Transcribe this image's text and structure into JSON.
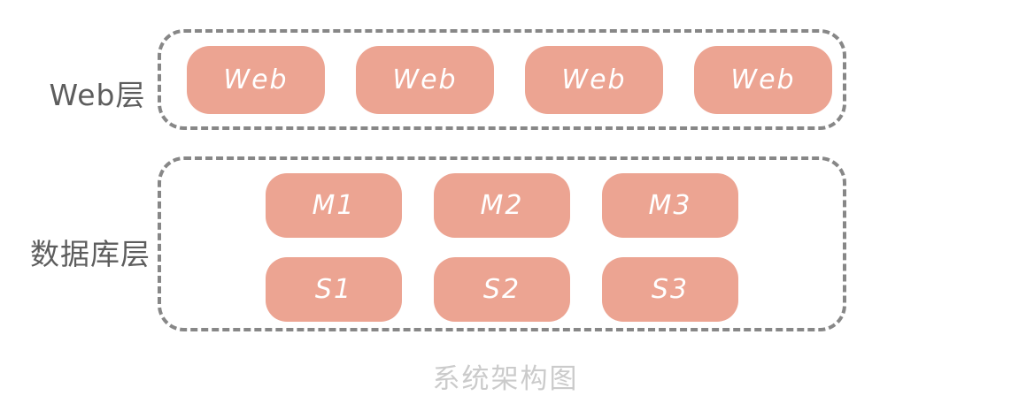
{
  "diagram": {
    "caption": "系统架构图",
    "layers": [
      {
        "label": "Web层",
        "rows": [
          [
            "Web",
            "Web",
            "Web",
            "Web"
          ]
        ]
      },
      {
        "label": "数据库层",
        "rows": [
          [
            "M1",
            "M2",
            "M3"
          ],
          [
            "S1",
            "S2",
            "S3"
          ]
        ]
      }
    ],
    "colors": {
      "node_fill": "#eca492",
      "node_text": "#ffffff",
      "container_border": "#878787",
      "layer_label_text": "#5d5d5d",
      "caption_text": "#cbcbcb",
      "background": "#ffffff"
    }
  }
}
